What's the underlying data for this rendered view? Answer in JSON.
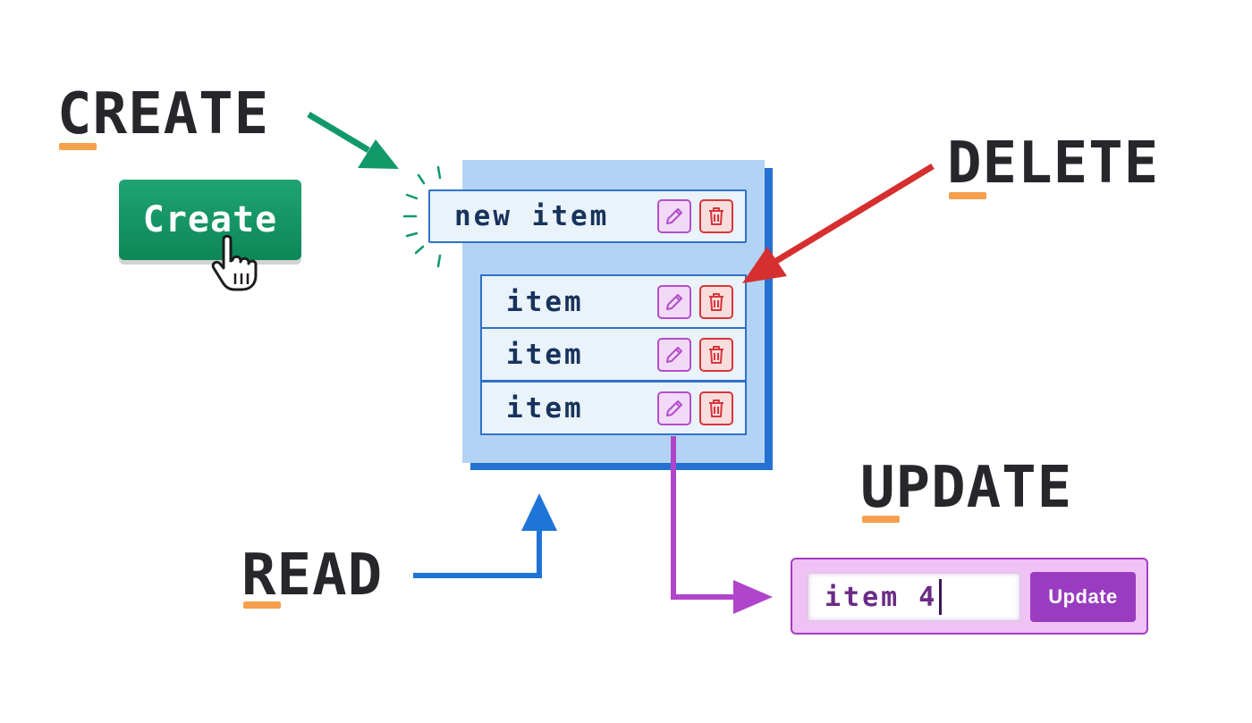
{
  "headings": {
    "create": "CREATE",
    "delete": "DELETE",
    "update": "UPDATE",
    "read": "READ"
  },
  "create_button": {
    "label": "Create"
  },
  "list": {
    "new_item": "new item",
    "items": [
      "item",
      "item",
      "item"
    ]
  },
  "update_form": {
    "input_value": "item 4",
    "button_label": "Update"
  },
  "icons": {
    "cursor": "hand-pointer-icon",
    "edit": "pencil-icon",
    "delete": "trash-icon"
  },
  "colors": {
    "create": "#12996a",
    "delete": "#d62f2f",
    "update": "#b045cc",
    "read": "#1f75d6",
    "underline": "#f6a04d",
    "heading": "#27262b"
  }
}
